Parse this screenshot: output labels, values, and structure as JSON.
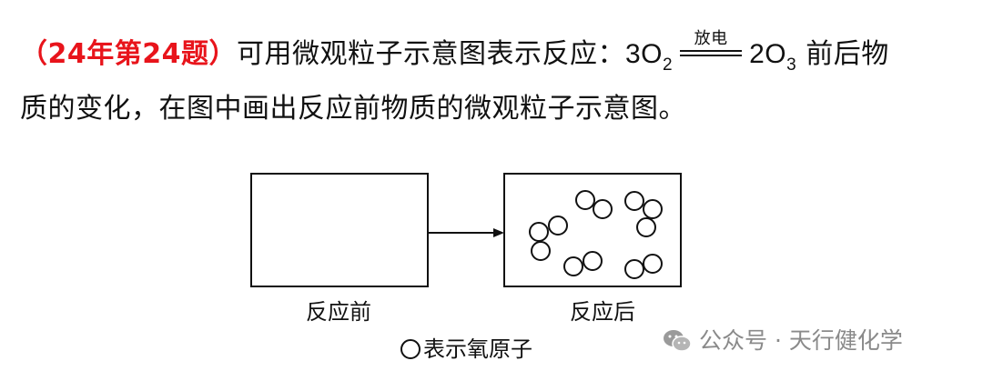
{
  "question": {
    "number": "（24年第24题）",
    "text_before": "可用微观粒子示意图表示反应：",
    "reactant_coef": "3O",
    "reactant_sub": "2",
    "condition": "放电",
    "product_coef": "2O",
    "product_sub": "3",
    "text_after": "前后物",
    "line2": "质的变化，在图中画出反应前物质的微观粒子示意图。"
  },
  "diagram": {
    "before_label": "反应前",
    "after_label": "反应后",
    "legend_text": "表示氧原子"
  },
  "watermark": {
    "icon": "wechat-icon",
    "text": "公众号 · 天行健化学"
  }
}
